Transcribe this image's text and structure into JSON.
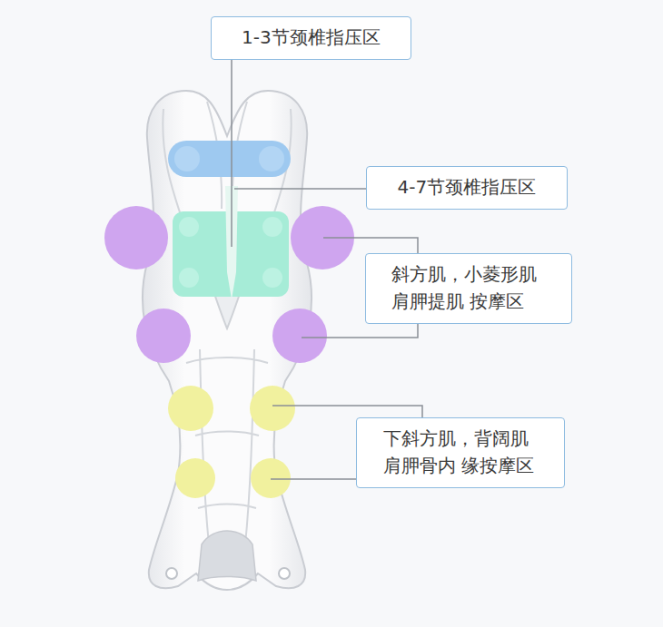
{
  "diagram": {
    "nodes": [
      {
        "text": [
          "1-3节颈椎指压区"
        ]
      },
      {
        "text": [
          "4-7节颈椎指压区"
        ]
      },
      {
        "text": [
          "斜方肌，小菱形肌 肩胛提肌 按摩区"
        ]
      },
      {
        "text": [
          "下斜方肌，背阔肌 肩胛骨内 缘按摩区"
        ]
      }
    ]
  }
}
